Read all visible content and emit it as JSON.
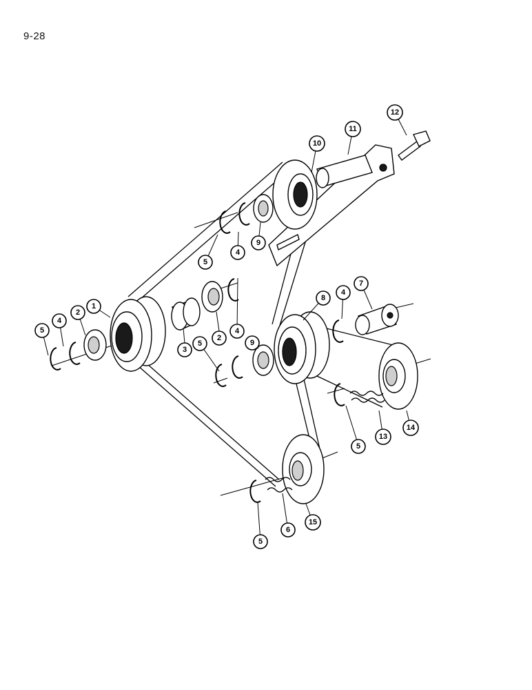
{
  "page": {
    "number": "9-28"
  },
  "callouts": [
    {
      "id": "c1",
      "label": "1"
    },
    {
      "id": "c2a",
      "label": "2"
    },
    {
      "id": "c2b",
      "label": "2"
    },
    {
      "id": "c3",
      "label": "3"
    },
    {
      "id": "c4a",
      "label": "4"
    },
    {
      "id": "c4b",
      "label": "4"
    },
    {
      "id": "c4c",
      "label": "4"
    },
    {
      "id": "c4d",
      "label": "4"
    },
    {
      "id": "c5a",
      "label": "5"
    },
    {
      "id": "c5b",
      "label": "5"
    },
    {
      "id": "c5c",
      "label": "5"
    },
    {
      "id": "c5d",
      "label": "5"
    },
    {
      "id": "c5e",
      "label": "5"
    },
    {
      "id": "c6",
      "label": "6"
    },
    {
      "id": "c7",
      "label": "7"
    },
    {
      "id": "c8",
      "label": "8"
    },
    {
      "id": "c9a",
      "label": "9"
    },
    {
      "id": "c9b",
      "label": "9"
    },
    {
      "id": "c10",
      "label": "10"
    },
    {
      "id": "c11",
      "label": "11"
    },
    {
      "id": "c12",
      "label": "12"
    },
    {
      "id": "c13",
      "label": "13"
    },
    {
      "id": "c14",
      "label": "14"
    },
    {
      "id": "c15",
      "label": "15"
    }
  ]
}
